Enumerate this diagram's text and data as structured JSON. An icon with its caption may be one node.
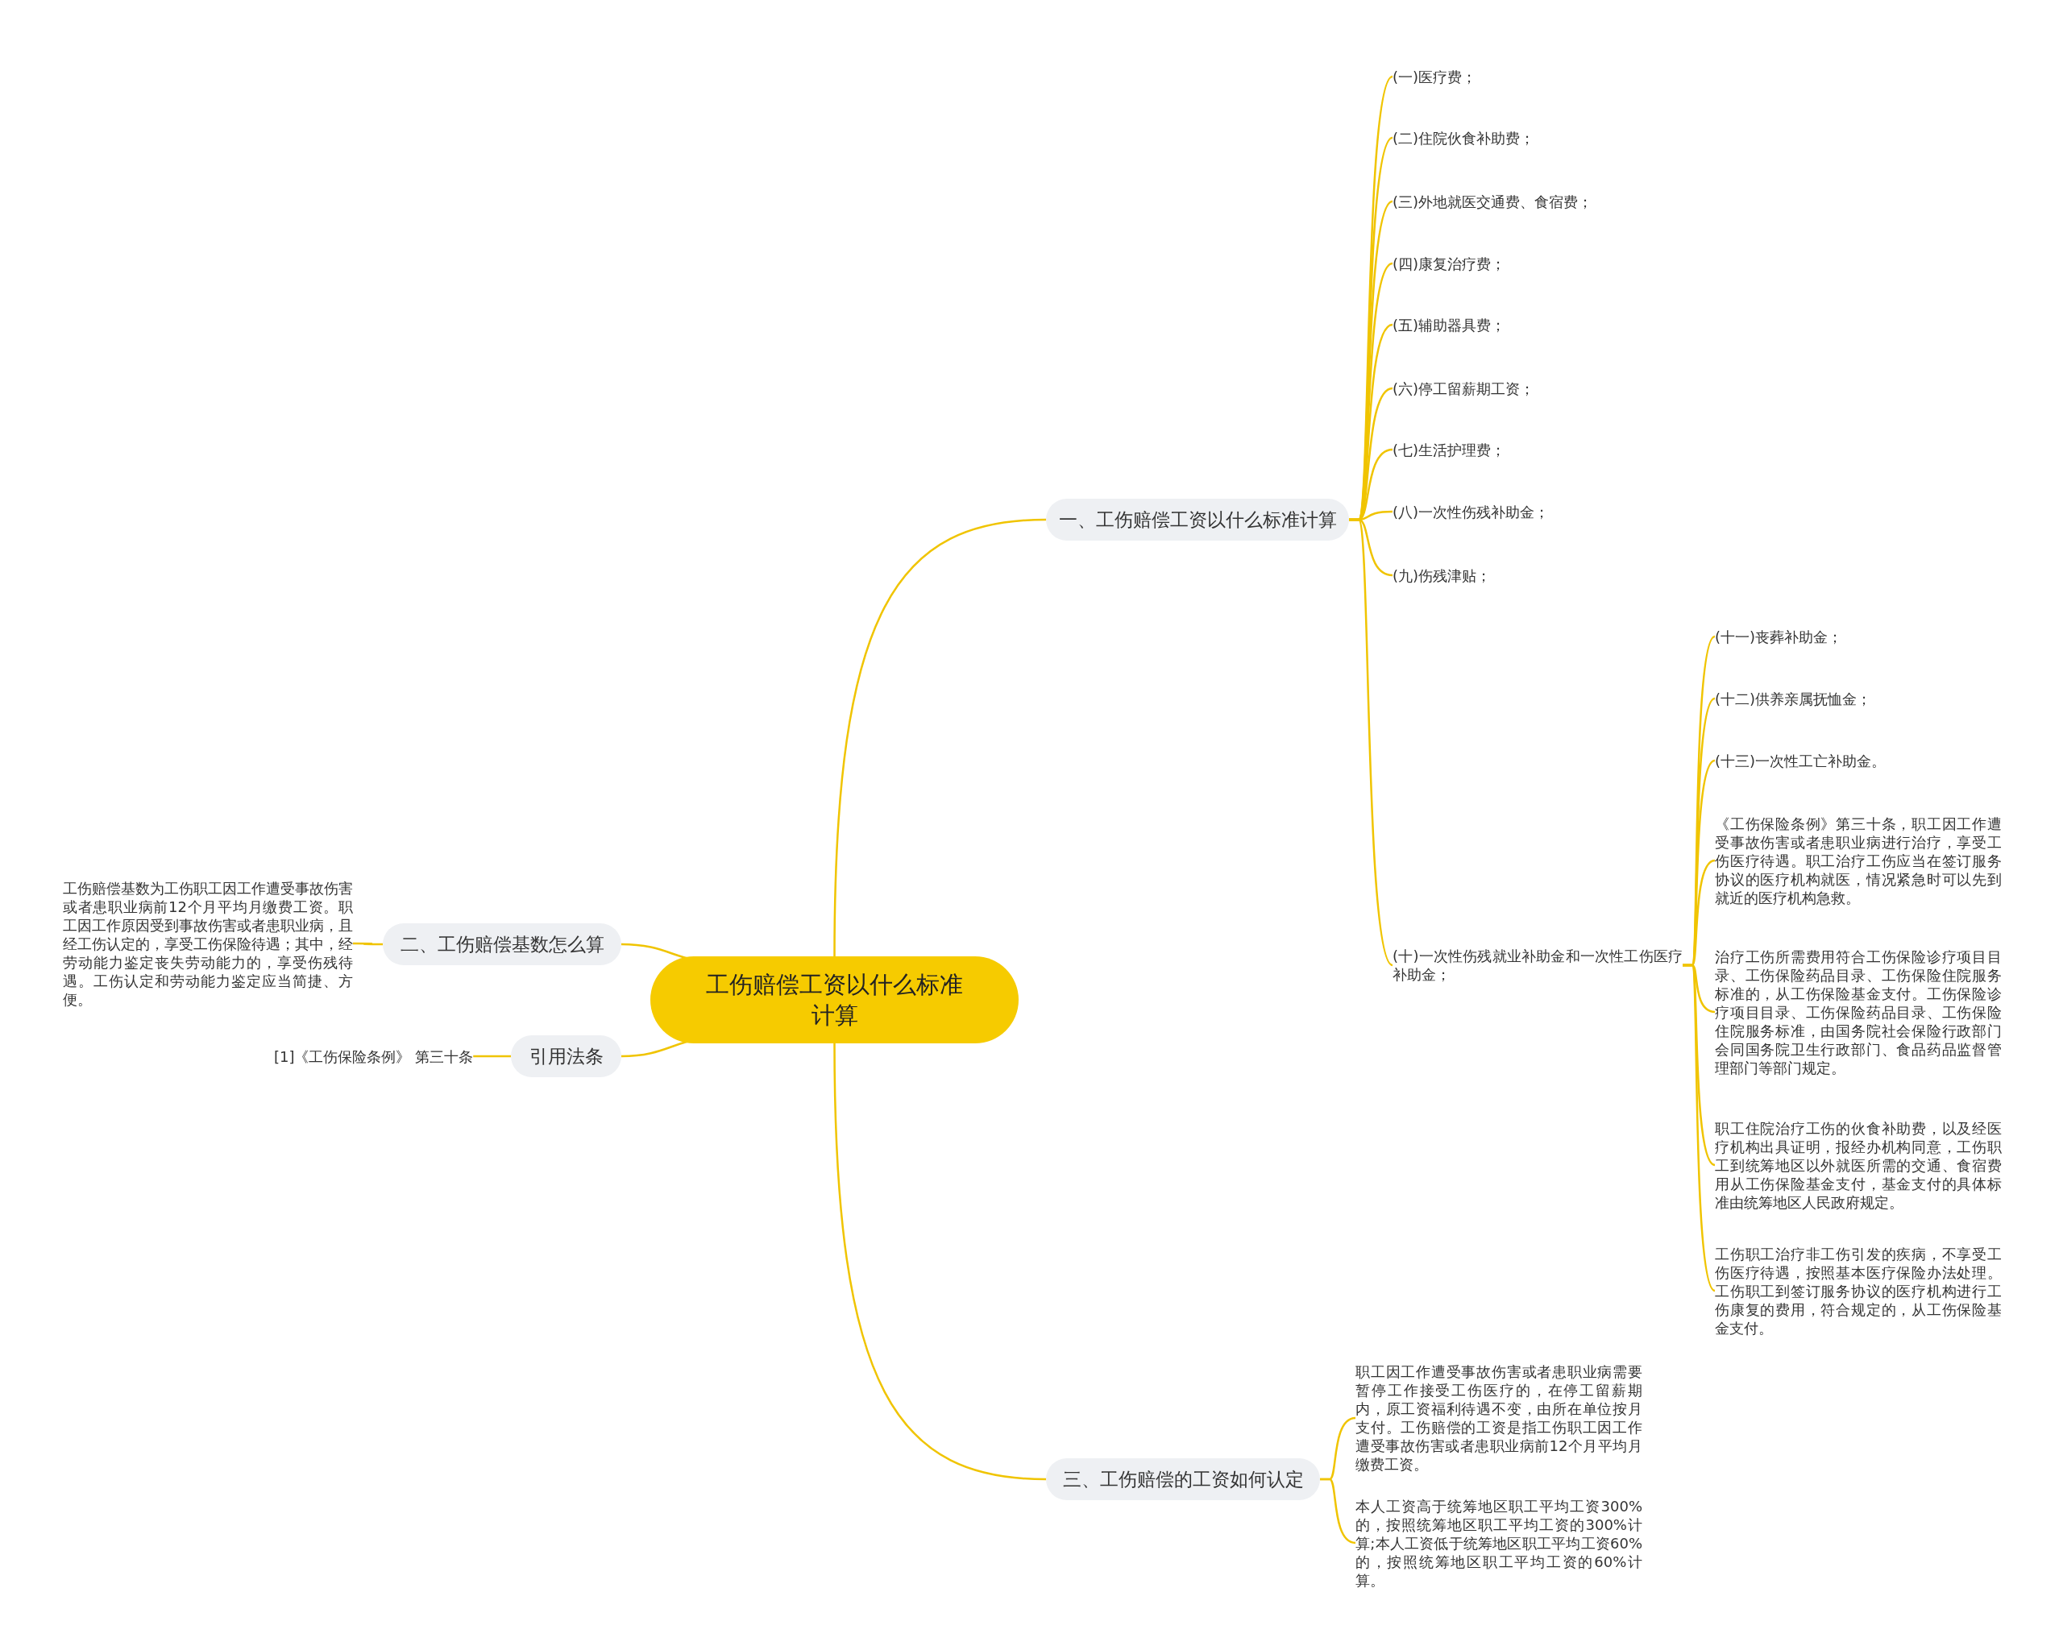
{
  "diagram": {
    "nodes": [
      {
        "text": [
          "工伤赔偿工资以什么标准计算"
        ]
      },
      {
        "text": [
          "一、工伤赔偿工资以什么标准计算"
        ]
      },
      {
        "text": [
          "(一)医疗费；"
        ]
      },
      {
        "text": [
          "(二)住院伙食补助费；"
        ]
      },
      {
        "text": [
          "(三)外地就医交通费、食宿费；"
        ]
      },
      {
        "text": [
          "(四)康复治疗费；"
        ]
      },
      {
        "text": [
          "(五)辅助器具费；"
        ]
      },
      {
        "text": [
          "(六)停工留薪期工资；"
        ]
      },
      {
        "text": [
          "(七)生活护理费；"
        ]
      },
      {
        "text": [
          "(八)一次性伤残补助金；"
        ]
      },
      {
        "text": [
          "(九)伤残津贴；"
        ]
      },
      {
        "text": [
          "(十)一次性伤残就业补助金和一次性工伤医疗补助金；"
        ]
      },
      {
        "text": [
          "(十一)丧葬补助金；"
        ]
      },
      {
        "text": [
          "(十二)供养亲属抚恤金；"
        ]
      },
      {
        "text": [
          "(十三)一次性工亡补助金。"
        ]
      },
      {
        "text": [
          "《工伤保险条例》第三十条，职工因工作遭受事故伤害或者患职业病进行治疗，享受工伤医疗待遇。职工治疗工伤应当在签订服务协议的医疗机构就医，情况紧急时可以先到就近的医疗机构急救。"
        ]
      },
      {
        "text": [
          "治疗工伤所需费用符合工伤保险诊疗项目目录、工伤保险药品目录、工伤保险住院服务标准的，从工伤保险基金支付。工伤保险诊疗项目目录、工伤保险药品目录、工伤保险住院服务标准，由国务院社会保险行政部门会同国务院卫生行政部门、食品药品监督管理部门等部门规定。"
        ]
      },
      {
        "text": [
          "职工住院治疗工伤的伙食补助费，以及经医疗机构出具证明，报经办机构同意，工伤职工到统筹地区以外就医所需的交通、食宿费用从工伤保险基金支付，基金支付的具体标准由统筹地区人民政府规定。"
        ]
      },
      {
        "text": [
          "工伤职工治疗非工伤引发的疾病，不享受工伤医疗待遇，按照基本医疗保险办法处理。工伤职工到签订服务协议的医疗机构进行工伤康复的费用，符合规定的，从工伤保险基金支付。"
        ]
      },
      {
        "text": [
          "三、工伤赔偿的工资如何认定"
        ]
      },
      {
        "text": [
          "职工因工作遭受事故伤害或者患职业病需要暂停工作接受工伤医疗的，在停工留薪期内，原工资福利待遇不变，由所在单位按月支付。工伤赔偿的工资是指工伤职工因工作遭受事故伤害或者患职业病前12个月平均月缴费工资。"
        ]
      },
      {
        "text": [
          "本人工资高于统筹地区职工平均工资300%的，按照统筹地区职工平均工资的300%计算;本人工资低于统筹地区职工平均工资60%的，按照统筹地区职工平均工资的60%计算。"
        ]
      },
      {
        "text": [
          "二、工伤赔偿基数怎么算"
        ]
      },
      {
        "text": [
          "工伤赔偿基数为工伤职工因工作遭受事故伤害或者患职业病前12个月平均月缴费工资。职工因工作原因受到事故伤害或者患职业病，且经工伤认定的，享受工伤保险待遇；其中，经劳动能力鉴定丧失劳动能力的，享受伤残待遇。工伤认定和劳动能力鉴定应当简捷、方便。"
        ]
      },
      {
        "text": [
          "引用法条"
        ]
      },
      {
        "text": [
          "[1]《工伤保险条例》 第三十条"
        ]
      }
    ],
    "edges": [
      {
        "from": 0,
        "to": 1,
        "arrow": "none"
      },
      {
        "from": 1,
        "to": 2,
        "arrow": "none"
      },
      {
        "from": 1,
        "to": 3,
        "arrow": "none"
      },
      {
        "from": 1,
        "to": 4,
        "arrow": "none"
      },
      {
        "from": 1,
        "to": 5,
        "arrow": "none"
      },
      {
        "from": 1,
        "to": 6,
        "arrow": "none"
      },
      {
        "from": 1,
        "to": 7,
        "arrow": "none"
      },
      {
        "from": 1,
        "to": 8,
        "arrow": "none"
      },
      {
        "from": 1,
        "to": 9,
        "arrow": "none"
      },
      {
        "from": 1,
        "to": 10,
        "arrow": "none"
      },
      {
        "from": 1,
        "to": 11,
        "arrow": "none"
      },
      {
        "from": 11,
        "to": 12,
        "arrow": "none"
      },
      {
        "from": 11,
        "to": 13,
        "arrow": "none"
      },
      {
        "from": 11,
        "to": 14,
        "arrow": "none"
      },
      {
        "from": 11,
        "to": 15,
        "arrow": "none"
      },
      {
        "from": 11,
        "to": 16,
        "arrow": "none"
      },
      {
        "from": 11,
        "to": 17,
        "arrow": "none"
      },
      {
        "from": 11,
        "to": 18,
        "arrow": "none"
      },
      {
        "from": 0,
        "to": 19,
        "arrow": "none"
      },
      {
        "from": 19,
        "to": 20,
        "arrow": "none"
      },
      {
        "from": 19,
        "to": 21,
        "arrow": "none"
      },
      {
        "from": 0,
        "to": 22,
        "arrow": "none"
      },
      {
        "from": 22,
        "to": 23,
        "arrow": "none"
      },
      {
        "from": 0,
        "to": 24,
        "arrow": "none"
      },
      {
        "from": 24,
        "to": 25,
        "arrow": "none"
      }
    ]
  }
}
